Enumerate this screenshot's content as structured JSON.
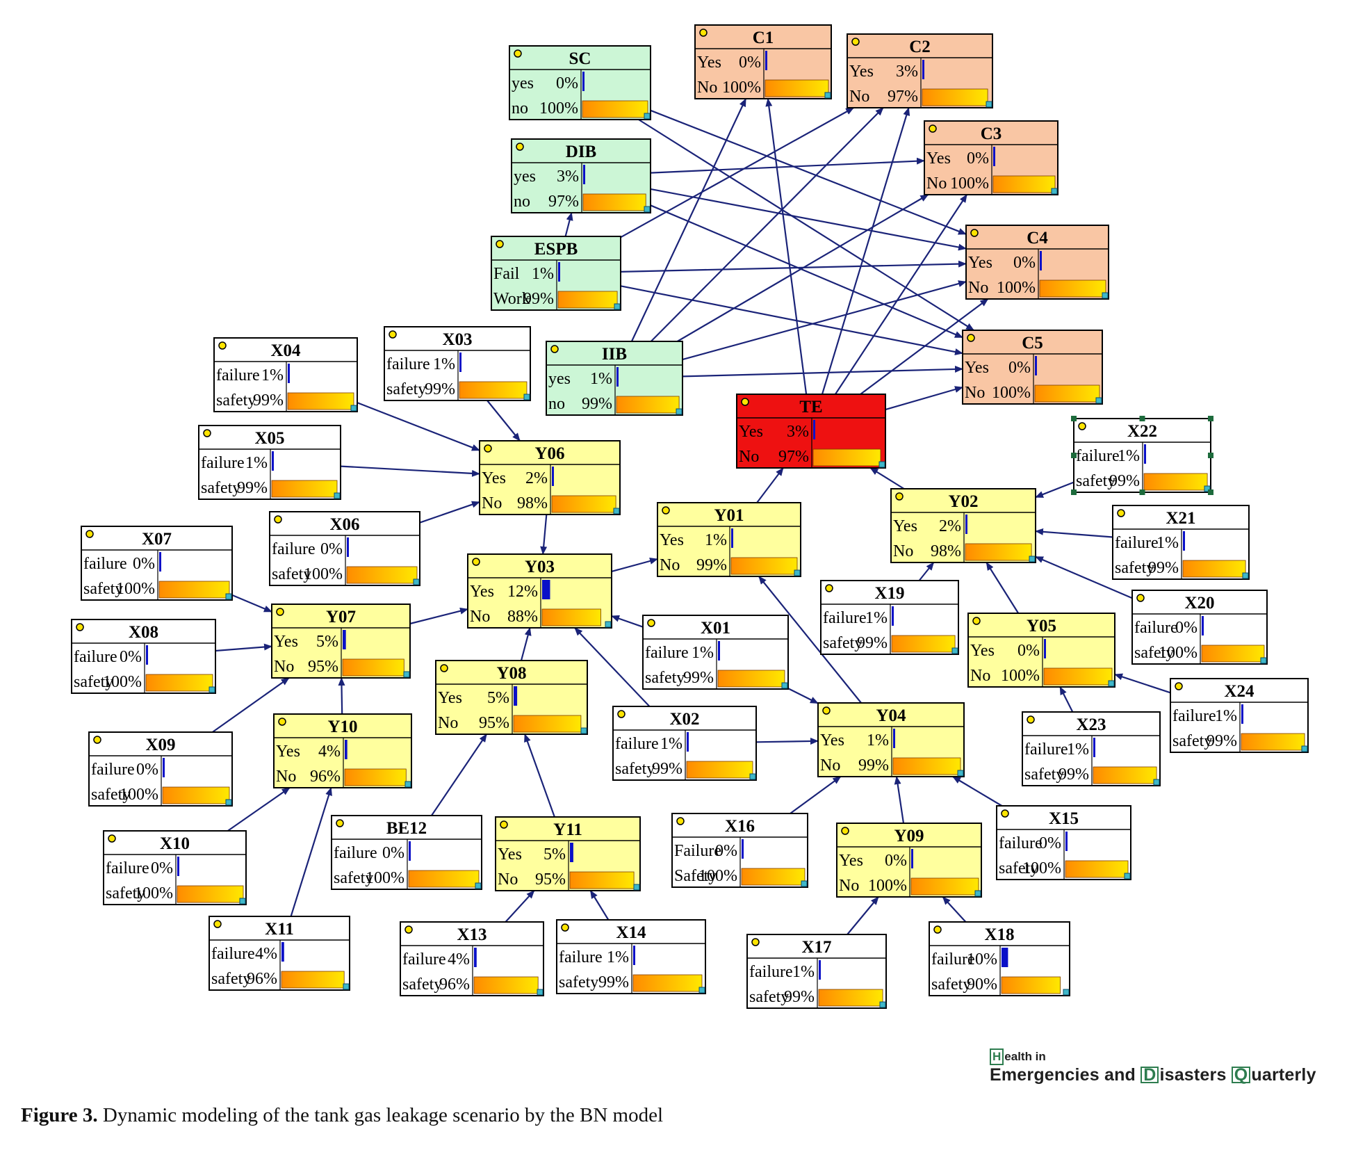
{
  "colors": {
    "edge": "#1a2378",
    "green": "#ccf6d6",
    "salmon": "#f9c6a4",
    "yellow": "#ffff9e",
    "white": "#ffffff",
    "red": "#ee1111"
  },
  "brand": {
    "line1": "ealth in",
    "m1": "H",
    "word1": "Emergencies and ",
    "m2": "D",
    "word2": "isasters ",
    "m3": "Q",
    "word3": "uarterly"
  },
  "caption": {
    "label": "Figure 3.",
    "text": " Dynamic modeling of the tank gas leakage scenario by the BN model"
  },
  "nodes": [
    {
      "id": "SC",
      "title": "SC",
      "color": "green",
      "states": [
        {
          "label": "yes",
          "pct": "0%",
          "value": 0
        },
        {
          "label": "no",
          "pct": "100%",
          "value": 100
        }
      ]
    },
    {
      "id": "C1",
      "title": "C1",
      "color": "salmon",
      "states": [
        {
          "label": "Yes",
          "pct": "0%",
          "value": 0
        },
        {
          "label": "No",
          "pct": "100%",
          "value": 100
        }
      ]
    },
    {
      "id": "C2",
      "title": "C2",
      "color": "salmon",
      "states": [
        {
          "label": "Yes",
          "pct": "3%",
          "value": 3
        },
        {
          "label": "No",
          "pct": "97%",
          "value": 97
        }
      ]
    },
    {
      "id": "DIB",
      "title": "DIB",
      "color": "green",
      "states": [
        {
          "label": "yes",
          "pct": "3%",
          "value": 3
        },
        {
          "label": "no",
          "pct": "97%",
          "value": 97
        }
      ]
    },
    {
      "id": "C3",
      "title": "C3",
      "color": "salmon",
      "states": [
        {
          "label": "Yes",
          "pct": "0%",
          "value": 0
        },
        {
          "label": "No",
          "pct": "100%",
          "value": 100
        }
      ]
    },
    {
      "id": "ESPB",
      "title": "ESPB",
      "color": "green",
      "states": [
        {
          "label": "Fail",
          "pct": "1%",
          "value": 1
        },
        {
          "label": "Work",
          "pct": "99%",
          "value": 99
        }
      ]
    },
    {
      "id": "C4",
      "title": "C4",
      "color": "salmon",
      "states": [
        {
          "label": "Yes",
          "pct": "0%",
          "value": 0
        },
        {
          "label": "No",
          "pct": "100%",
          "value": 100
        }
      ]
    },
    {
      "id": "X04",
      "title": "X04",
      "color": "white",
      "states": [
        {
          "label": "failure",
          "pct": "1%",
          "value": 1
        },
        {
          "label": "safety",
          "pct": "99%",
          "value": 99
        }
      ]
    },
    {
      "id": "X03",
      "title": "X03",
      "color": "white",
      "states": [
        {
          "label": "failure",
          "pct": "1%",
          "value": 1
        },
        {
          "label": "safety",
          "pct": "99%",
          "value": 99
        }
      ]
    },
    {
      "id": "IIB",
      "title": "IIB",
      "color": "green",
      "states": [
        {
          "label": "yes",
          "pct": "1%",
          "value": 1
        },
        {
          "label": "no",
          "pct": "99%",
          "value": 99
        }
      ]
    },
    {
      "id": "C5",
      "title": "C5",
      "color": "salmon",
      "states": [
        {
          "label": "Yes",
          "pct": "0%",
          "value": 0
        },
        {
          "label": "No",
          "pct": "100%",
          "value": 100
        }
      ]
    },
    {
      "id": "TE",
      "title": "TE",
      "color": "red",
      "states": [
        {
          "label": "Yes",
          "pct": "3%",
          "value": 3
        },
        {
          "label": "No",
          "pct": "97%",
          "value": 97
        }
      ]
    },
    {
      "id": "X22",
      "title": "X22",
      "color": "white",
      "selected": true,
      "states": [
        {
          "label": "failure",
          "pct": "1%",
          "value": 1
        },
        {
          "label": "safety",
          "pct": "99%",
          "value": 99
        }
      ]
    },
    {
      "id": "X05",
      "title": "X05",
      "color": "white",
      "states": [
        {
          "label": "failure",
          "pct": "1%",
          "value": 1
        },
        {
          "label": "safety",
          "pct": "99%",
          "value": 99
        }
      ]
    },
    {
      "id": "Y06",
      "title": "Y06",
      "color": "yellow",
      "states": [
        {
          "label": "Yes",
          "pct": "2%",
          "value": 2
        },
        {
          "label": "No",
          "pct": "98%",
          "value": 98
        }
      ]
    },
    {
      "id": "Y02",
      "title": "Y02",
      "color": "yellow",
      "states": [
        {
          "label": "Yes",
          "pct": "2%",
          "value": 2
        },
        {
          "label": "No",
          "pct": "98%",
          "value": 98
        }
      ]
    },
    {
      "id": "Y01",
      "title": "Y01",
      "color": "yellow",
      "states": [
        {
          "label": "Yes",
          "pct": "1%",
          "value": 1
        },
        {
          "label": "No",
          "pct": "99%",
          "value": 99
        }
      ]
    },
    {
      "id": "X21",
      "title": "X21",
      "color": "white",
      "states": [
        {
          "label": "failure",
          "pct": "1%",
          "value": 1
        },
        {
          "label": "safety",
          "pct": "99%",
          "value": 99
        }
      ]
    },
    {
      "id": "X06",
      "title": "X06",
      "color": "white",
      "states": [
        {
          "label": "failure",
          "pct": "0%",
          "value": 0
        },
        {
          "label": "safety",
          "pct": "100%",
          "value": 100
        }
      ]
    },
    {
      "id": "X07",
      "title": "X07",
      "color": "white",
      "states": [
        {
          "label": "failure",
          "pct": "0%",
          "value": 0
        },
        {
          "label": "safety",
          "pct": "100%",
          "value": 100
        }
      ]
    },
    {
      "id": "Y03",
      "title": "Y03",
      "color": "yellow",
      "states": [
        {
          "label": "Yes",
          "pct": "12%",
          "value": 12
        },
        {
          "label": "No",
          "pct": "88%",
          "value": 88
        }
      ]
    },
    {
      "id": "X19",
      "title": "X19",
      "color": "white",
      "states": [
        {
          "label": "failure",
          "pct": "1%",
          "value": 1
        },
        {
          "label": "safety",
          "pct": "99%",
          "value": 99
        }
      ]
    },
    {
      "id": "X20",
      "title": "X20",
      "color": "white",
      "states": [
        {
          "label": "failure",
          "pct": "0%",
          "value": 0
        },
        {
          "label": "safety",
          "pct": "100%",
          "value": 100
        }
      ]
    },
    {
      "id": "Y07",
      "title": "Y07",
      "color": "yellow",
      "states": [
        {
          "label": "Yes",
          "pct": "5%",
          "value": 5
        },
        {
          "label": "No",
          "pct": "95%",
          "value": 95
        }
      ]
    },
    {
      "id": "X08",
      "title": "X08",
      "color": "white",
      "states": [
        {
          "label": "failure",
          "pct": "0%",
          "value": 0
        },
        {
          "label": "safety",
          "pct": "100%",
          "value": 100
        }
      ]
    },
    {
      "id": "X01",
      "title": "X01",
      "color": "white",
      "states": [
        {
          "label": "failure",
          "pct": "1%",
          "value": 1
        },
        {
          "label": "safety",
          "pct": "99%",
          "value": 99
        }
      ]
    },
    {
      "id": "Y05",
      "title": "Y05",
      "color": "yellow",
      "states": [
        {
          "label": "Yes",
          "pct": "0%",
          "value": 0
        },
        {
          "label": "No",
          "pct": "100%",
          "value": 100
        }
      ]
    },
    {
      "id": "Y08",
      "title": "Y08",
      "color": "yellow",
      "states": [
        {
          "label": "Yes",
          "pct": "5%",
          "value": 5
        },
        {
          "label": "No",
          "pct": "95%",
          "value": 95
        }
      ]
    },
    {
      "id": "X24",
      "title": "X24",
      "color": "white",
      "states": [
        {
          "label": "failure",
          "pct": "1%",
          "value": 1
        },
        {
          "label": "safety",
          "pct": "99%",
          "value": 99
        }
      ]
    },
    {
      "id": "Y04",
      "title": "Y04",
      "color": "yellow",
      "states": [
        {
          "label": "Yes",
          "pct": "1%",
          "value": 1
        },
        {
          "label": "No",
          "pct": "99%",
          "value": 99
        }
      ]
    },
    {
      "id": "X02",
      "title": "X02",
      "color": "white",
      "states": [
        {
          "label": "failure",
          "pct": "1%",
          "value": 1
        },
        {
          "label": "safety",
          "pct": "99%",
          "value": 99
        }
      ]
    },
    {
      "id": "X23",
      "title": "X23",
      "color": "white",
      "states": [
        {
          "label": "failure",
          "pct": "1%",
          "value": 1
        },
        {
          "label": "safety",
          "pct": "99%",
          "value": 99
        }
      ]
    },
    {
      "id": "Y10",
      "title": "Y10",
      "color": "yellow",
      "states": [
        {
          "label": "Yes",
          "pct": "4%",
          "value": 4
        },
        {
          "label": "No",
          "pct": "96%",
          "value": 96
        }
      ]
    },
    {
      "id": "X09",
      "title": "X09",
      "color": "white",
      "states": [
        {
          "label": "failure",
          "pct": "0%",
          "value": 0
        },
        {
          "label": "safety",
          "pct": "100%",
          "value": 100
        }
      ]
    },
    {
      "id": "X15",
      "title": "X15",
      "color": "white",
      "states": [
        {
          "label": "failure",
          "pct": "0%",
          "value": 0
        },
        {
          "label": "safety",
          "pct": "100%",
          "value": 100
        }
      ]
    },
    {
      "id": "BE12",
      "title": "BE12",
      "color": "white",
      "states": [
        {
          "label": "failure",
          "pct": "0%",
          "value": 0
        },
        {
          "label": "safety",
          "pct": "100%",
          "value": 100
        }
      ]
    },
    {
      "id": "Y11",
      "title": "Y11",
      "color": "yellow",
      "states": [
        {
          "label": "Yes",
          "pct": "5%",
          "value": 5
        },
        {
          "label": "No",
          "pct": "95%",
          "value": 95
        }
      ]
    },
    {
      "id": "X16",
      "title": "X16",
      "color": "white",
      "states": [
        {
          "label": "Failure",
          "pct": "0%",
          "value": 0
        },
        {
          "label": "Safety",
          "pct": "100%",
          "value": 100
        }
      ]
    },
    {
      "id": "Y09",
      "title": "Y09",
      "color": "yellow",
      "states": [
        {
          "label": "Yes",
          "pct": "0%",
          "value": 0
        },
        {
          "label": "No",
          "pct": "100%",
          "value": 100
        }
      ]
    },
    {
      "id": "X10",
      "title": "X10",
      "color": "white",
      "states": [
        {
          "label": "failure",
          "pct": "0%",
          "value": 0
        },
        {
          "label": "safety",
          "pct": "100%",
          "value": 100
        }
      ]
    },
    {
      "id": "X11",
      "title": "X11",
      "color": "white",
      "states": [
        {
          "label": "failure",
          "pct": "4%",
          "value": 4
        },
        {
          "label": "safety",
          "pct": "96%",
          "value": 96
        }
      ]
    },
    {
      "id": "X13",
      "title": "X13",
      "color": "white",
      "states": [
        {
          "label": "failure",
          "pct": "4%",
          "value": 4
        },
        {
          "label": "safety",
          "pct": "96%",
          "value": 96
        }
      ]
    },
    {
      "id": "X14",
      "title": "X14",
      "color": "white",
      "states": [
        {
          "label": "failure",
          "pct": "1%",
          "value": 1
        },
        {
          "label": "safety",
          "pct": "99%",
          "value": 99
        }
      ]
    },
    {
      "id": "X17",
      "title": "X17",
      "color": "white",
      "states": [
        {
          "label": "failure",
          "pct": "1%",
          "value": 1
        },
        {
          "label": "safety",
          "pct": "99%",
          "value": 99
        }
      ]
    },
    {
      "id": "X18",
      "title": "X18",
      "color": "white",
      "states": [
        {
          "label": "failure",
          "pct": "10%",
          "value": 10
        },
        {
          "label": "safety",
          "pct": "90%",
          "value": 90
        }
      ]
    }
  ],
  "edges": [
    [
      "X04",
      "Y06"
    ],
    [
      "X03",
      "Y06"
    ],
    [
      "X05",
      "Y06"
    ],
    [
      "X06",
      "Y06"
    ],
    [
      "Y06",
      "Y03"
    ],
    [
      "X07",
      "Y07"
    ],
    [
      "X08",
      "Y07"
    ],
    [
      "X09",
      "Y07"
    ],
    [
      "Y10",
      "Y07"
    ],
    [
      "Y07",
      "Y03"
    ],
    [
      "X10",
      "Y10"
    ],
    [
      "X11",
      "Y10"
    ],
    [
      "BE12",
      "Y08"
    ],
    [
      "Y11",
      "Y08"
    ],
    [
      "Y08",
      "Y03"
    ],
    [
      "X13",
      "Y11"
    ],
    [
      "X14",
      "Y11"
    ],
    [
      "X01",
      "Y03"
    ],
    [
      "X02",
      "Y03"
    ],
    [
      "Y03",
      "Y01"
    ],
    [
      "Y01",
      "TE"
    ],
    [
      "X01",
      "Y04"
    ],
    [
      "X02",
      "Y04"
    ],
    [
      "X16",
      "Y04"
    ],
    [
      "Y09",
      "Y04"
    ],
    [
      "X15",
      "Y04"
    ],
    [
      "X17",
      "Y09"
    ],
    [
      "X18",
      "Y09"
    ],
    [
      "Y04",
      "Y01"
    ],
    [
      "X22",
      "Y02"
    ],
    [
      "X21",
      "Y02"
    ],
    [
      "X20",
      "Y02"
    ],
    [
      "X19",
      "Y02"
    ],
    [
      "Y05",
      "Y02"
    ],
    [
      "X23",
      "Y05"
    ],
    [
      "X24",
      "Y05"
    ],
    [
      "Y02",
      "TE"
    ],
    [
      "ESPB",
      "DIB"
    ],
    [
      "TE",
      "C1"
    ],
    [
      "TE",
      "C2"
    ],
    [
      "TE",
      "C3"
    ],
    [
      "TE",
      "C4"
    ],
    [
      "TE",
      "C5"
    ],
    [
      "SC",
      "C4"
    ],
    [
      "SC",
      "C5"
    ],
    [
      "DIB",
      "C3"
    ],
    [
      "DIB",
      "C4"
    ],
    [
      "DIB",
      "C5"
    ],
    [
      "ESPB",
      "C2"
    ],
    [
      "ESPB",
      "C4"
    ],
    [
      "ESPB",
      "C5"
    ],
    [
      "IIB",
      "C1"
    ],
    [
      "IIB",
      "C2"
    ],
    [
      "IIB",
      "C3"
    ],
    [
      "IIB",
      "C4"
    ],
    [
      "IIB",
      "C5"
    ]
  ]
}
